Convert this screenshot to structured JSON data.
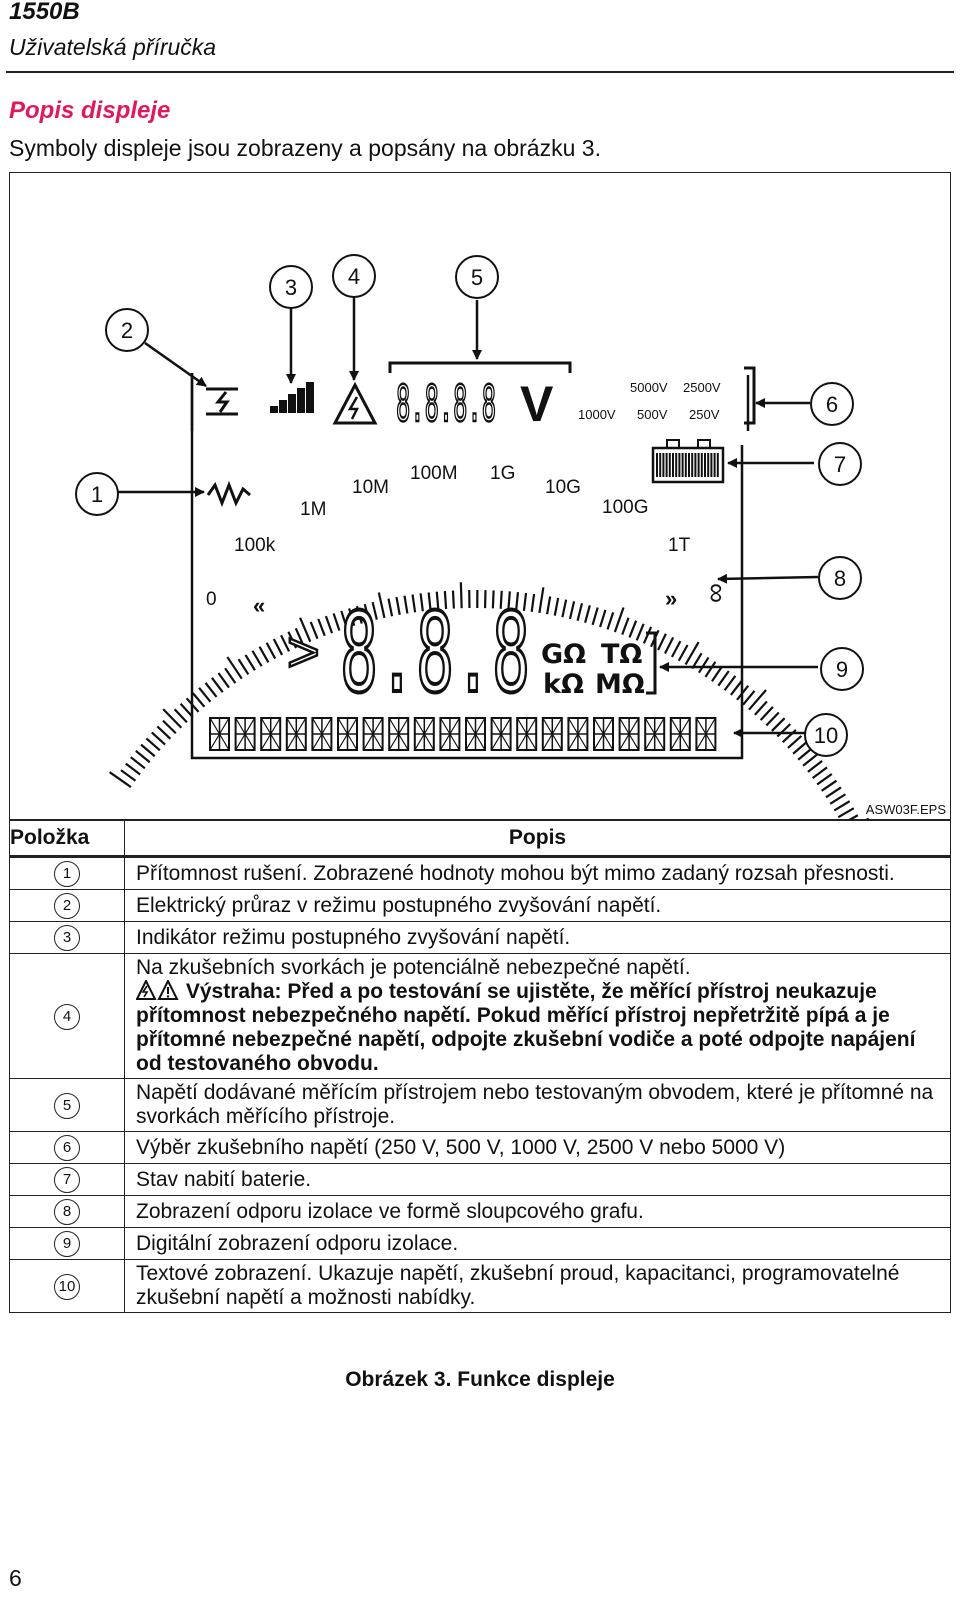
{
  "header": {
    "model": "1550B",
    "subtitle": "Uživatelská příručka"
  },
  "section": {
    "title": "Popis displeje",
    "intro": "Symboly displeje jsou zobrazeny a popsány na obrázku 3."
  },
  "figure": {
    "file_label": "ASW03F.EPS",
    "callouts": [
      "1",
      "2",
      "3",
      "4",
      "5",
      "6",
      "7",
      "8",
      "9",
      "10"
    ],
    "voltages": [
      "5000V",
      "2500V",
      "1000V",
      "500V",
      "250V"
    ],
    "main_digits": "8.8.8.8",
    "main_unit": "V",
    "scale_labels": [
      "0",
      "100k",
      "1M",
      "10M",
      "100M",
      "1G",
      "10G",
      "100G",
      "1T",
      "∞"
    ],
    "big_digits": "8.8.8",
    "gt_symbol": ">",
    "units": [
      "GΩ",
      "TΩ",
      "kΩ",
      "MΩ"
    ]
  },
  "table": {
    "headers": {
      "item": "Položka",
      "description": "Popis"
    },
    "rows": [
      {
        "num": "1",
        "text": "Přítomnost rušení. Zobrazené hodnoty mohou být mimo zadaný rozsah přesnosti."
      },
      {
        "num": "2",
        "text": "Elektrický průraz v režimu postupného zvyšování napětí."
      },
      {
        "num": "3",
        "text": "Indikátor režimu postupného zvyšování napětí."
      },
      {
        "num": "4",
        "text": "Na zkušebních svorkách je potenciálně nebezpečné napětí.",
        "warning": "Výstraha: Před a po testování se ujistěte, že měřící přístroj neukazuje přítomnost nebezpečného napětí. Pokud měřící přístroj nepřetržitě pípá a je přítomné nebezpečné napětí, odpojte zkušební vodiče a poté odpojte napájení od testovaného obvodu."
      },
      {
        "num": "5",
        "text": "Napětí dodávané měřícím přístrojem nebo testovaným obvodem, které je přítomné na svorkách měřícího přístroje."
      },
      {
        "num": "6",
        "text": "Výběr zkušebního napětí (250 V, 500 V, 1000 V, 2500 V nebo 5000 V)"
      },
      {
        "num": "7",
        "text": "Stav nabití baterie."
      },
      {
        "num": "8",
        "text": "Zobrazení odporu izolace ve formě sloupcového grafu."
      },
      {
        "num": "9",
        "text": "Digitální zobrazení odporu izolace."
      },
      {
        "num": "10",
        "text": "Textové zobrazení. Ukazuje napětí, zkušební proud, kapacitanci, programovatelné zkušební napětí a možnosti nabídky."
      }
    ]
  },
  "caption": "Obrázek 3. Funkce displeje",
  "page_number": "6"
}
